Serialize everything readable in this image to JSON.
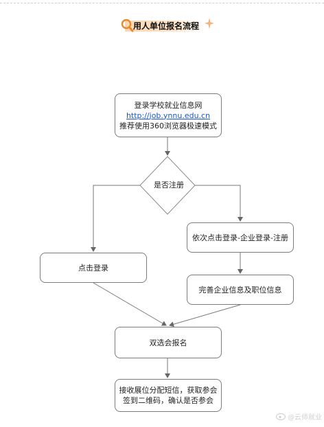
{
  "title": "用人单位报名流程",
  "nodes": {
    "start": {
      "line1": "登录学校就业信息网",
      "link": "http://job.ynnu.edu.cn",
      "line3": "推荐使用360浏览器极速模式"
    },
    "decision": "是否注册",
    "login": "点击登录",
    "register": "依次点击登录-企业登录-注册",
    "complete_info": "完善企业信息及职位信息",
    "signup": "双选会报名",
    "final": {
      "line1": "接收展位分配短信，获取参会",
      "line2": "签到二维码，确认是否参会"
    }
  },
  "watermark": "@云师就业"
}
